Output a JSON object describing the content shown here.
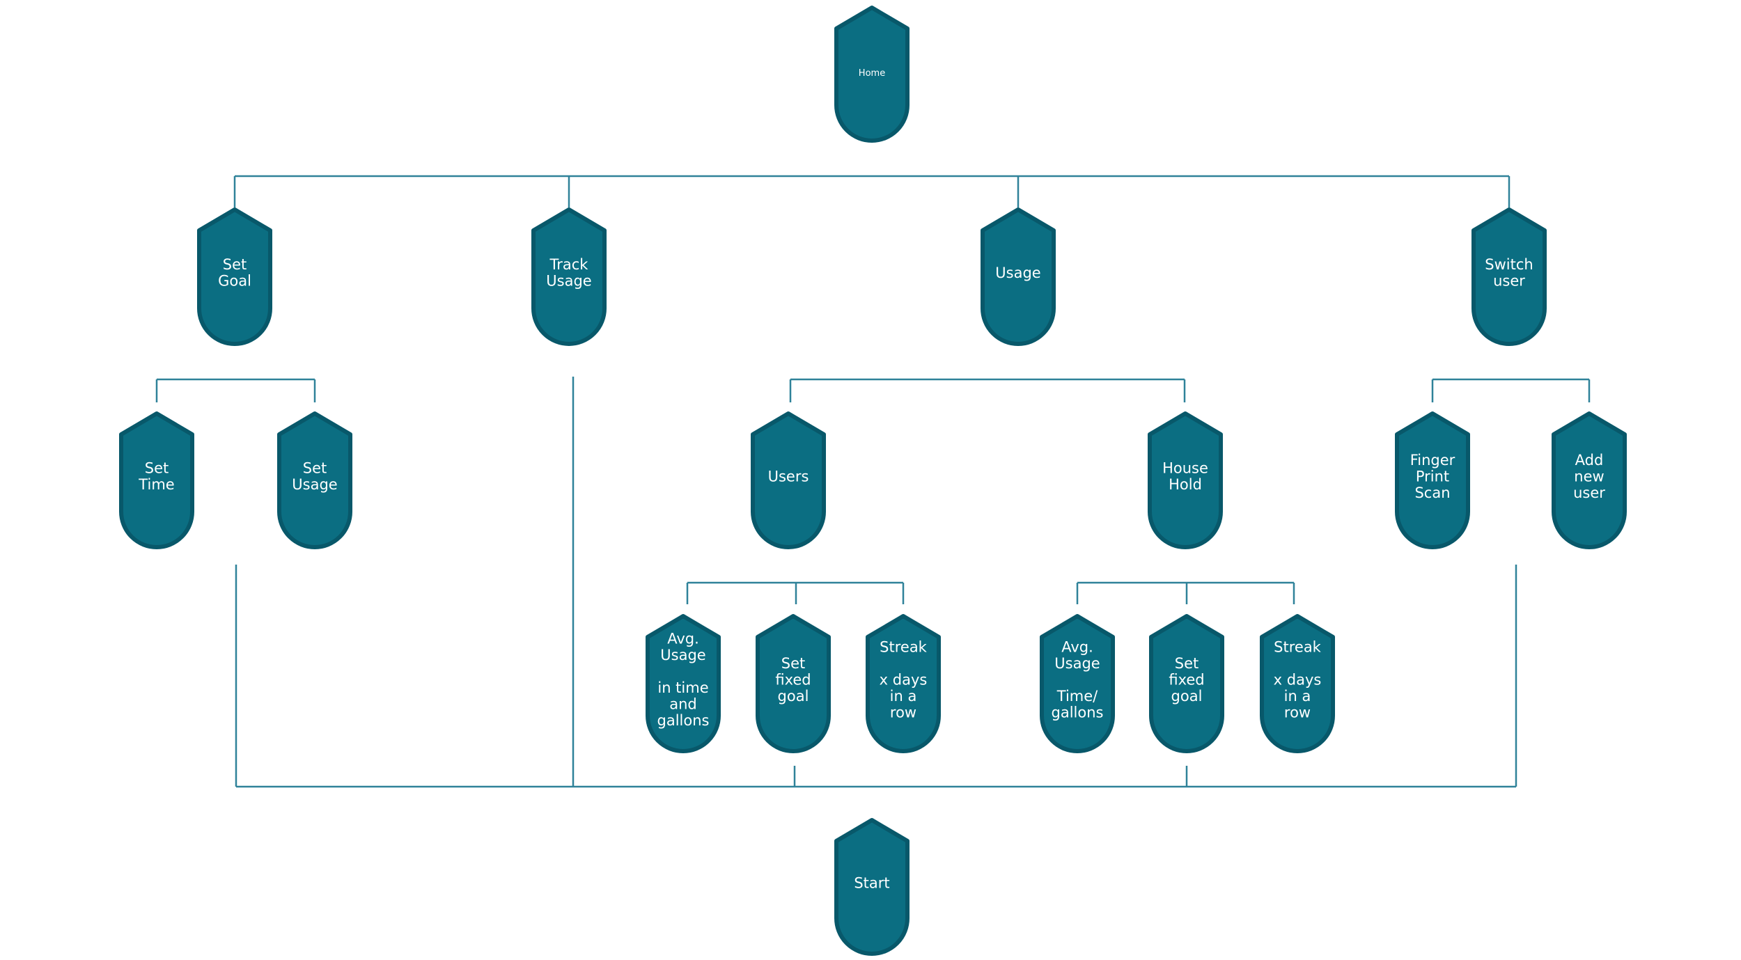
{
  "colors": {
    "node_fill": "#0b6e82",
    "node_border": "#08586a",
    "connector": "#2f8299",
    "text": "#ffffff"
  },
  "nodes": {
    "home": {
      "lines": [
        "Home"
      ]
    },
    "set_goal": {
      "lines": [
        "Set",
        "Goal"
      ]
    },
    "track_usage": {
      "lines": [
        "Track",
        "Usage"
      ]
    },
    "usage": {
      "lines": [
        "Usage"
      ]
    },
    "switch_user": {
      "lines": [
        "Switch",
        "user"
      ]
    },
    "set_time": {
      "lines": [
        "Set",
        "Time"
      ]
    },
    "set_usage": {
      "lines": [
        "Set",
        "Usage"
      ]
    },
    "users": {
      "lines": [
        "Users"
      ]
    },
    "house_hold": {
      "lines": [
        "House",
        "Hold"
      ]
    },
    "finger_print_scan": {
      "lines": [
        "Finger",
        "Print",
        "Scan"
      ]
    },
    "add_new_user": {
      "lines": [
        "Add",
        "new",
        "user"
      ]
    },
    "users_avg_usage": {
      "lines": [
        "Avg.",
        "Usage",
        "",
        "in time",
        "and",
        "gallons"
      ]
    },
    "users_fixed_goal": {
      "lines": [
        "Set",
        "fixed",
        "goal"
      ]
    },
    "users_streak": {
      "lines": [
        "Streak",
        "",
        "x days",
        "in a",
        "row"
      ]
    },
    "house_avg_usage": {
      "lines": [
        "Avg.",
        "Usage",
        "",
        "Time/",
        "gallons"
      ]
    },
    "house_fixed_goal": {
      "lines": [
        "Set",
        "fixed",
        "goal"
      ]
    },
    "house_streak": {
      "lines": [
        "Streak",
        "",
        "x days",
        "in a",
        "row"
      ]
    },
    "start": {
      "lines": [
        "Start"
      ]
    }
  }
}
